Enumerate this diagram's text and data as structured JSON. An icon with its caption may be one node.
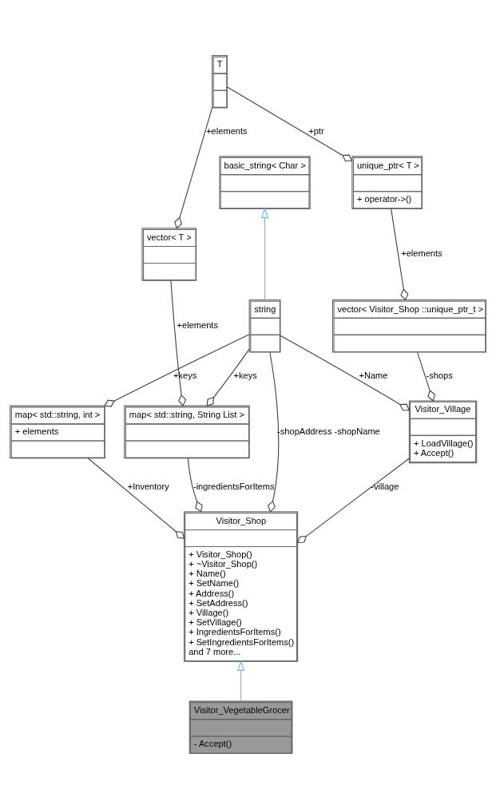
{
  "diagram": {
    "nodes": [
      {
        "text": [
          "T"
        ]
      },
      {
        "text": [
          "basic_string< Char >"
        ]
      },
      {
        "text": [
          "unique_ptr< T >",
          "+ operator->()"
        ]
      },
      {
        "text": [
          "vector< T >"
        ]
      },
      {
        "text": [
          "string"
        ]
      },
      {
        "text": [
          "vector< Visitor_Shop ::unique_ptr_t >"
        ]
      },
      {
        "text": [
          "map< std::string, String List >"
        ]
      },
      {
        "text": [
          "map< std::string, int >",
          "+ elements"
        ]
      },
      {
        "text": [
          "Visitor_Village",
          "+ LoadVillage()",
          "+ Accept()"
        ]
      },
      {
        "text": [
          "Visitor_Shop",
          "+ Visitor_Shop()",
          "+ ~Visitor_Shop()",
          "+ Name()",
          "+ SetName()",
          "+ Address()",
          "+ SetAddress()",
          "+ Village()",
          "+ SetVillage()",
          "+ IngredientsForItems()",
          "+ SetIngredientsForItems()",
          "and 7 more..."
        ]
      },
      {
        "text": [
          "Visitor_VegetableGrocer",
          "- Accept()"
        ]
      }
    ],
    "edges": [
      {
        "from": 0,
        "to": 3,
        "arrow": "other",
        "label": "+elements"
      },
      {
        "from": 0,
        "to": 2,
        "arrow": "other",
        "label": "+ptr"
      },
      {
        "from": 4,
        "to": 1,
        "arrow": "to",
        "color": "#63b8ff"
      },
      {
        "from": 2,
        "to": 5,
        "arrow": "other",
        "label": "+elements"
      },
      {
        "from": 3,
        "to": 6,
        "arrow": "other",
        "label": "+elements"
      },
      {
        "from": 4,
        "to": 6,
        "arrow": "other",
        "label": "+keys"
      },
      {
        "from": 4,
        "to": 7,
        "arrow": "other",
        "label": "+keys"
      },
      {
        "from": 4,
        "to": 8,
        "arrow": "other",
        "label": "+Name"
      },
      {
        "from": 5,
        "to": 8,
        "arrow": "other",
        "label": "-shops"
      },
      {
        "from": 4,
        "to": 9,
        "arrow": "other",
        "label": "-shopAddress -shopName"
      },
      {
        "from": 6,
        "to": 9,
        "arrow": "other",
        "label": "-ingredientsForItems"
      },
      {
        "from": 7,
        "to": 9,
        "arrow": "other",
        "label": "+Inventory"
      },
      {
        "from": 8,
        "to": 9,
        "arrow": "other",
        "label": "-village"
      },
      {
        "from": 10,
        "to": 9,
        "arrow": "to",
        "color": "#63b8ff"
      }
    ]
  }
}
